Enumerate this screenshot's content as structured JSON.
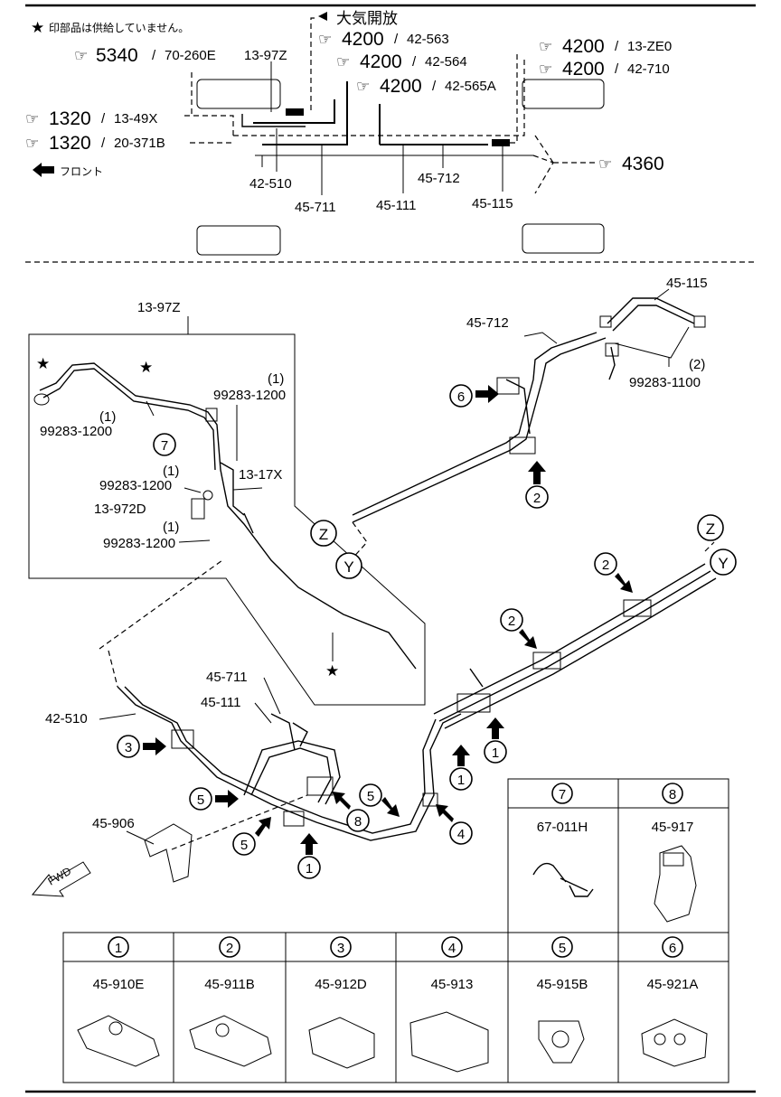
{
  "legend": {
    "star_note": "印部品は供給していません。",
    "front": "フロント",
    "open_air": "大気開放"
  },
  "refs": [
    {
      "id": "ref-5340",
      "num": "5340",
      "code": "70-260E"
    },
    {
      "id": "ref-4200-a",
      "num": "4200",
      "code": "42-563"
    },
    {
      "id": "ref-4200-b",
      "num": "4200",
      "code": "42-564"
    },
    {
      "id": "ref-4200-c",
      "num": "4200",
      "code": "42-565A"
    },
    {
      "id": "ref-1320-a",
      "num": "1320",
      "code": "13-49X"
    },
    {
      "id": "ref-1320-b",
      "num": "1320",
      "code": "20-371B"
    },
    {
      "id": "ref-4200-d",
      "num": "4200",
      "code": "13-ZE0"
    },
    {
      "id": "ref-4200-e",
      "num": "4200",
      "code": "42-710"
    },
    {
      "id": "ref-4360",
      "num": "4360",
      "code": ""
    }
  ],
  "top_labels": {
    "p13_97z": "13-97Z",
    "p42_510": "42-510",
    "p45_711": "45-711",
    "p45_111": "45-111",
    "p45_712": "45-712",
    "p45_115": "45-115"
  },
  "main_labels": {
    "p13_97z": "13-97Z",
    "p45_115": "45-115",
    "p45_712": "45-712",
    "p99283_1100": "99283-1100",
    "qty2": "(2)",
    "p99283_1200_a": "99283-1200",
    "qty1_a": "(1)",
    "p99283_1200_b": "99283-1200",
    "qty1_b": "(1)",
    "p99283_1200_c": "99283-1200",
    "qty1_c": "(1)",
    "p99283_1200_d": "99283-1200",
    "qty1_d": "(1)",
    "p13_17x": "13-17X",
    "p13_972d": "13-972D",
    "p42_510": "42-510",
    "p45_711": "45-711",
    "p45_111": "45-111",
    "p45_906": "45-906",
    "fwd": "FWD",
    "z": "Z",
    "y": "Y"
  },
  "callouts": {
    "c1": "1",
    "c2": "2",
    "c3": "3",
    "c4": "4",
    "c5": "5",
    "c6": "6",
    "c7": "7",
    "c8": "8"
  },
  "parts_table_top": [
    {
      "num": "7",
      "code": "67-011H"
    },
    {
      "num": "8",
      "code": "45-917"
    }
  ],
  "parts_table_bottom": [
    {
      "num": "1",
      "code": "45-910E"
    },
    {
      "num": "2",
      "code": "45-911B"
    },
    {
      "num": "3",
      "code": "45-912D"
    },
    {
      "num": "4",
      "code": "45-913"
    },
    {
      "num": "5",
      "code": "45-915B"
    },
    {
      "num": "6",
      "code": "45-921A"
    }
  ]
}
